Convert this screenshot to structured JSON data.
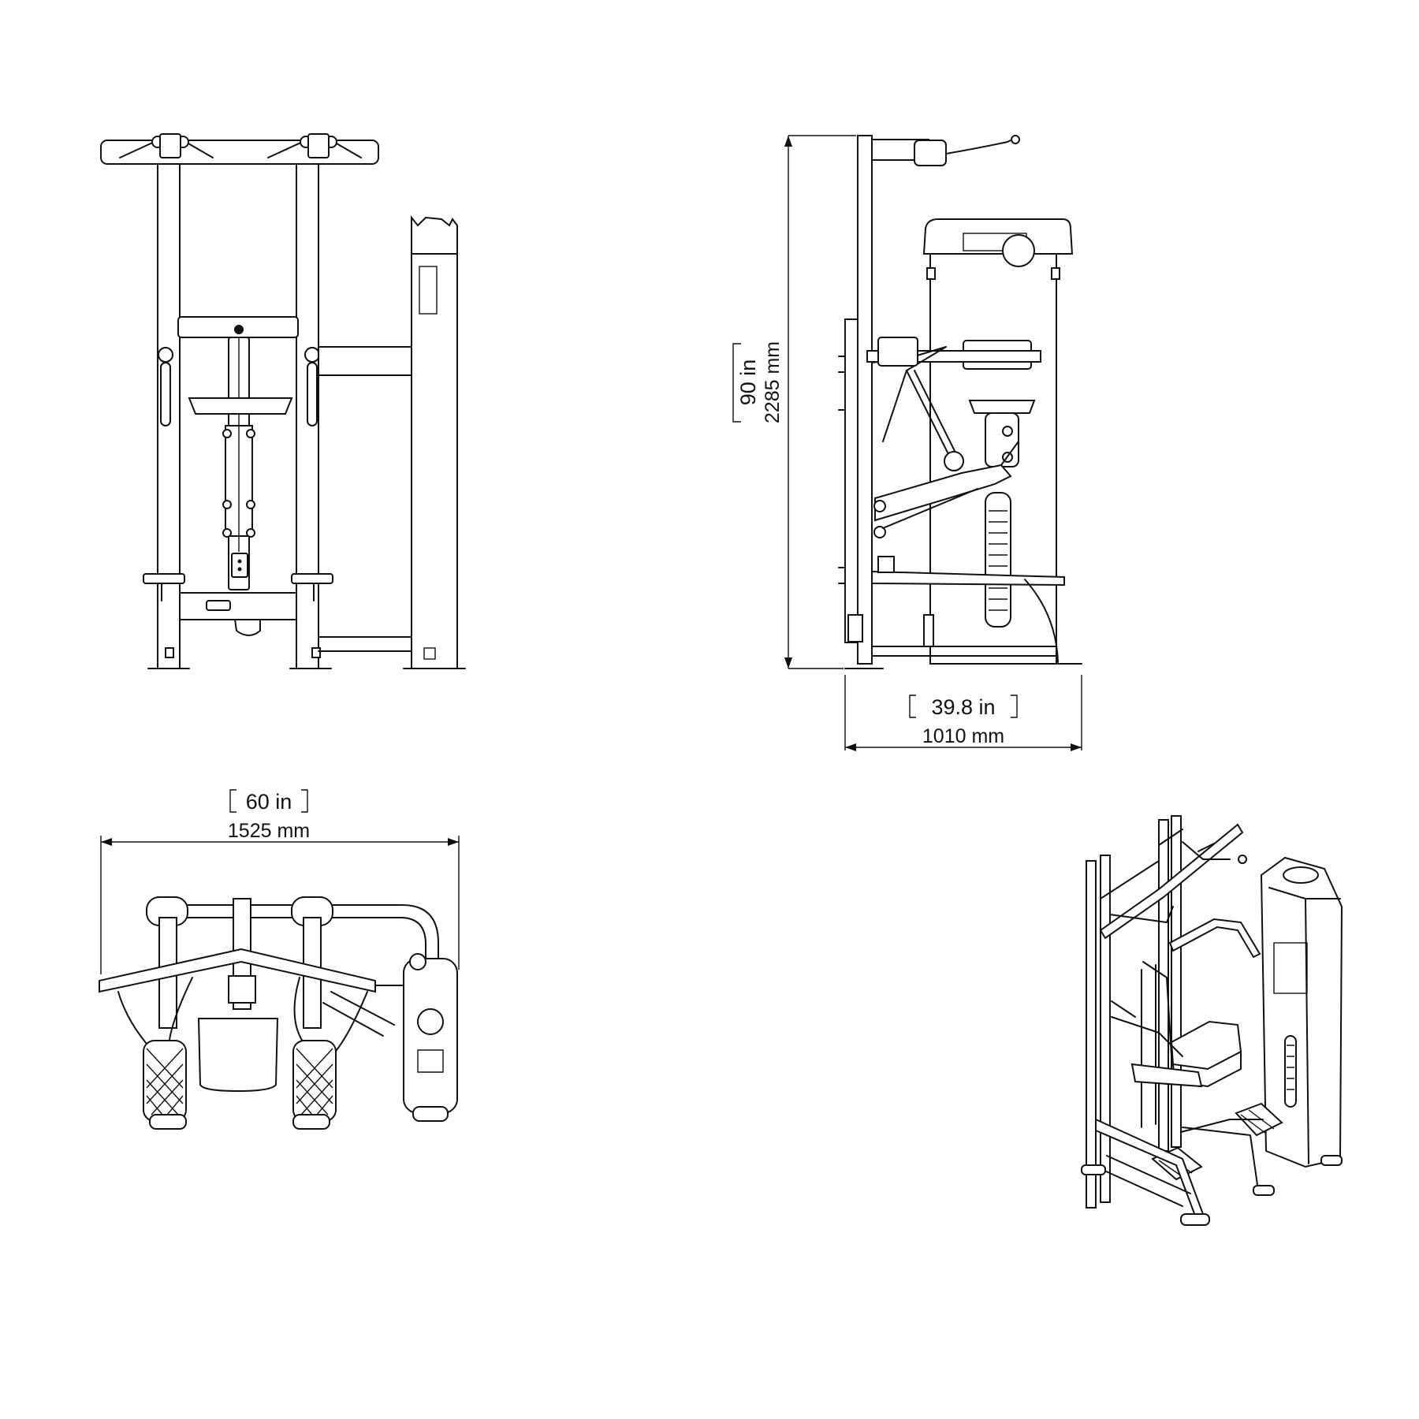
{
  "views": {
    "front": {
      "name": "front-view"
    },
    "side": {
      "name": "side-view"
    },
    "top": {
      "name": "top-view"
    },
    "iso": {
      "name": "isometric-view"
    }
  },
  "dimensions": {
    "height": {
      "imperial": "90 in",
      "metric": "2285 mm"
    },
    "depth": {
      "imperial": "39.8 in",
      "metric": "1010 mm"
    },
    "width": {
      "imperial": "60 in",
      "metric": "1525 mm"
    }
  },
  "colors": {
    "line": "#111111",
    "background": "#ffffff"
  }
}
